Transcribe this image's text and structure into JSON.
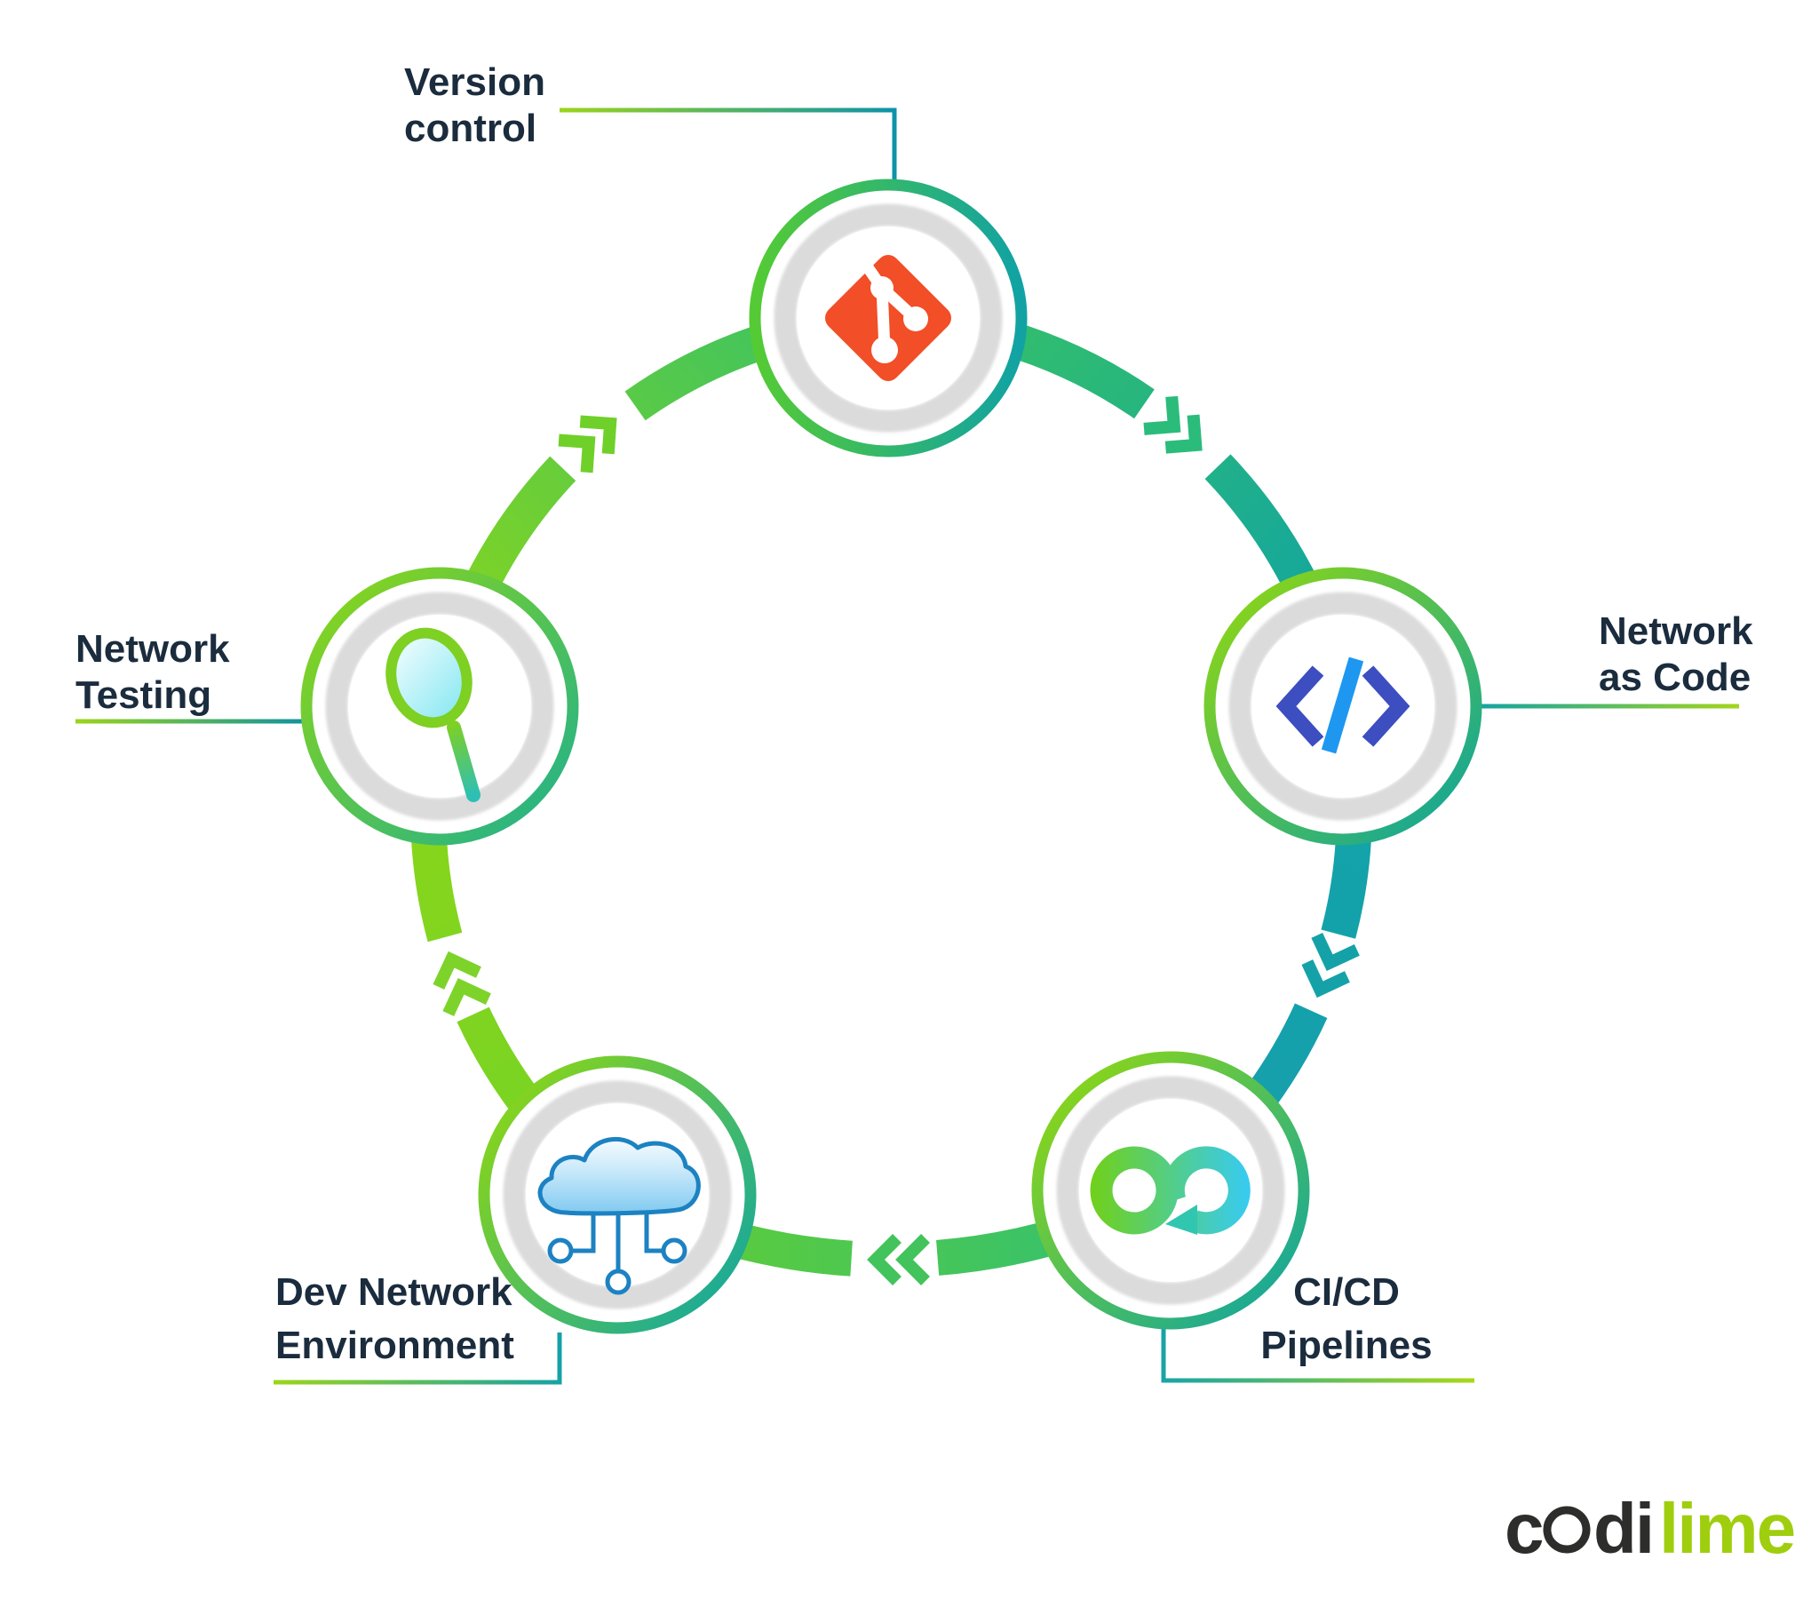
{
  "page": {
    "background": "#FFFFFF"
  },
  "diagram": {
    "type": "cycle",
    "flow_direction": "clockwise",
    "nodes": [
      {
        "id": "version-control",
        "icon": "git-icon",
        "label": "Version control",
        "label_lines": [
          "Version",
          "control"
        ]
      },
      {
        "id": "network-as-code",
        "icon": "code-brackets-icon",
        "label": "Network as Code",
        "label_lines": [
          "Network",
          "as Code"
        ]
      },
      {
        "id": "cicd-pipelines",
        "icon": "infinity-loop-icon",
        "label": "CI/CD Pipelines",
        "label_lines": [
          "CI/CD",
          "Pipelines"
        ]
      },
      {
        "id": "dev-network-environment",
        "icon": "cloud-network-icon",
        "label": "Dev Network Environment",
        "label_lines": [
          "Dev Network",
          "Environment"
        ]
      },
      {
        "id": "network-testing",
        "icon": "magnifier-icon",
        "label": "Network Testing",
        "label_lines": [
          "Network",
          "Testing"
        ]
      }
    ],
    "sequence": [
      "version-control",
      "network-as-code",
      "cicd-pipelines",
      "dev-network-environment",
      "network-testing"
    ],
    "colors": {
      "label_text": "#1A2C3D",
      "lime": "#7CD321",
      "green": "#2EBE78",
      "teal": "#14A3A8",
      "cyan": "#38CBEE",
      "git_red": "#F24E27",
      "code_indigo": "#3C4EC0",
      "code_azure": "#1E97F0",
      "cloud_blue": "#1C82C2",
      "ring_gray": "#DBDBDB"
    }
  },
  "logo": {
    "text": "codilime",
    "part1": "c",
    "part2": "di",
    "part3": "lime",
    "dark_color": "#2D2D2B",
    "lime_color": "#9FCE0E"
  }
}
